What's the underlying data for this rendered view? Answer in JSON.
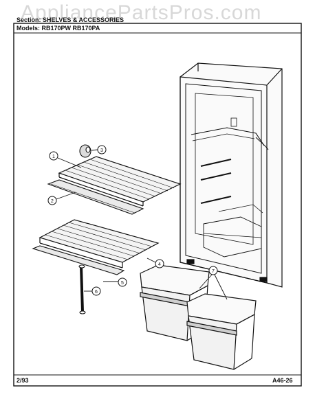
{
  "watermark": "AppliancePartsPros.com",
  "header": {
    "section_label": "Section:",
    "section_value": "SHELVES & ACCESSORIES",
    "models_label": "Models:",
    "models_value": "RB170PW   RB170PA"
  },
  "callouts": [
    "1",
    "2",
    "3",
    "4",
    "5",
    "6",
    "7"
  ],
  "footer": {
    "date": "2/93",
    "page_code": "A46-26"
  }
}
